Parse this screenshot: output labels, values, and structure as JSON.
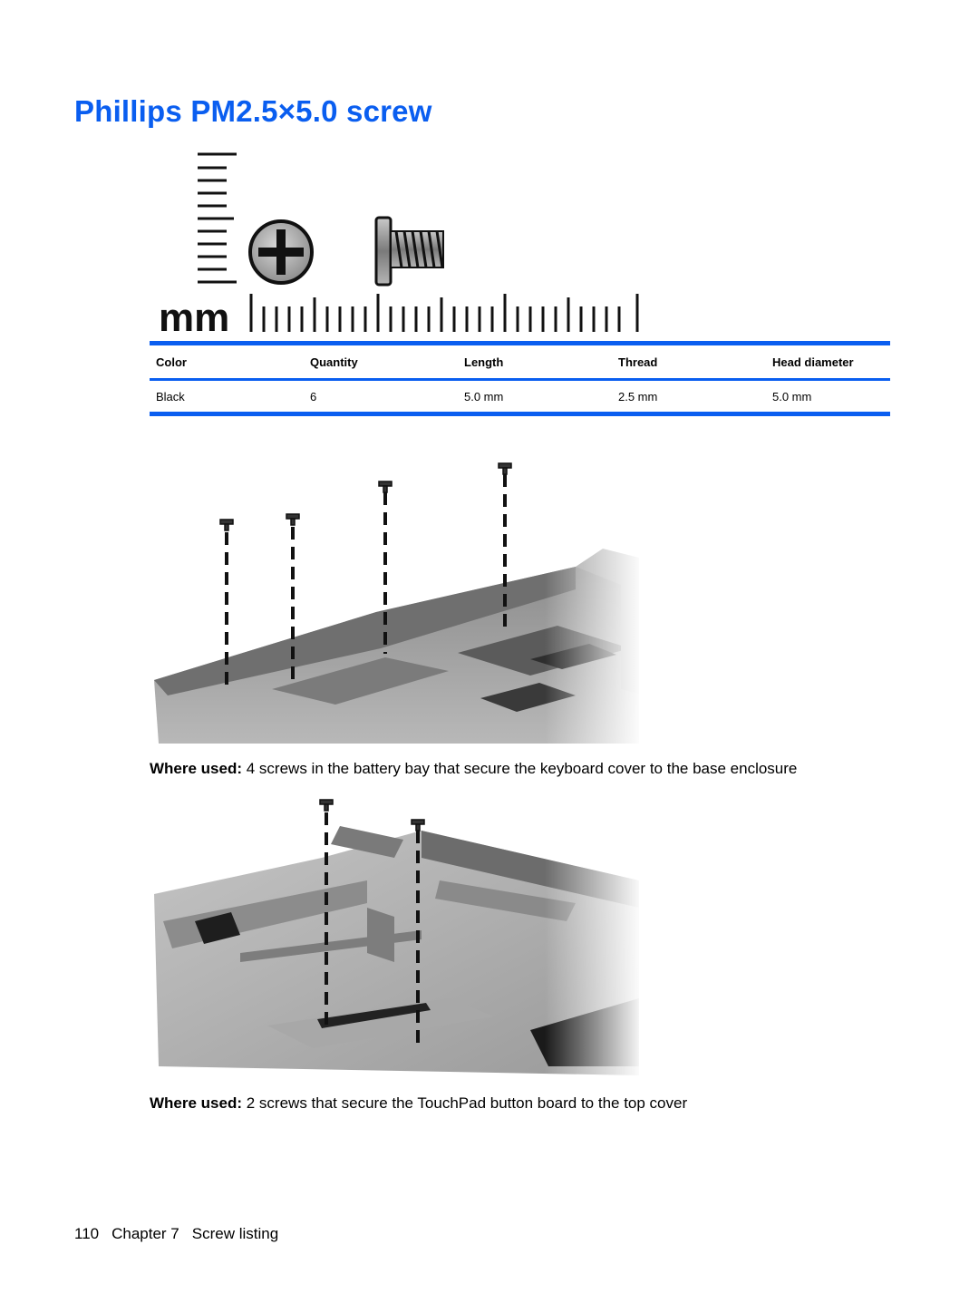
{
  "page": {
    "title": "Phillips PM2.5×5.0 screw"
  },
  "ruler": {
    "unit_label": "mm"
  },
  "spec_table": {
    "headers": [
      "Color",
      "Quantity",
      "Length",
      "Thread",
      "Head diameter"
    ],
    "rows": [
      [
        "Black",
        "6",
        "5.0 mm",
        "2.5 mm",
        "5.0 mm"
      ]
    ]
  },
  "usages": [
    {
      "label": "Where used:",
      "text": " 4 screws in the battery bay that secure the keyboard cover to the base enclosure"
    },
    {
      "label": "Where used:",
      "text": " 2 screws that secure the TouchPad button board to the top cover"
    }
  ],
  "footer": {
    "page_number": "110",
    "chapter": "Chapter 7",
    "section": "Screw listing"
  },
  "colors": {
    "accent": "#0a5ef0",
    "text": "#000000"
  }
}
